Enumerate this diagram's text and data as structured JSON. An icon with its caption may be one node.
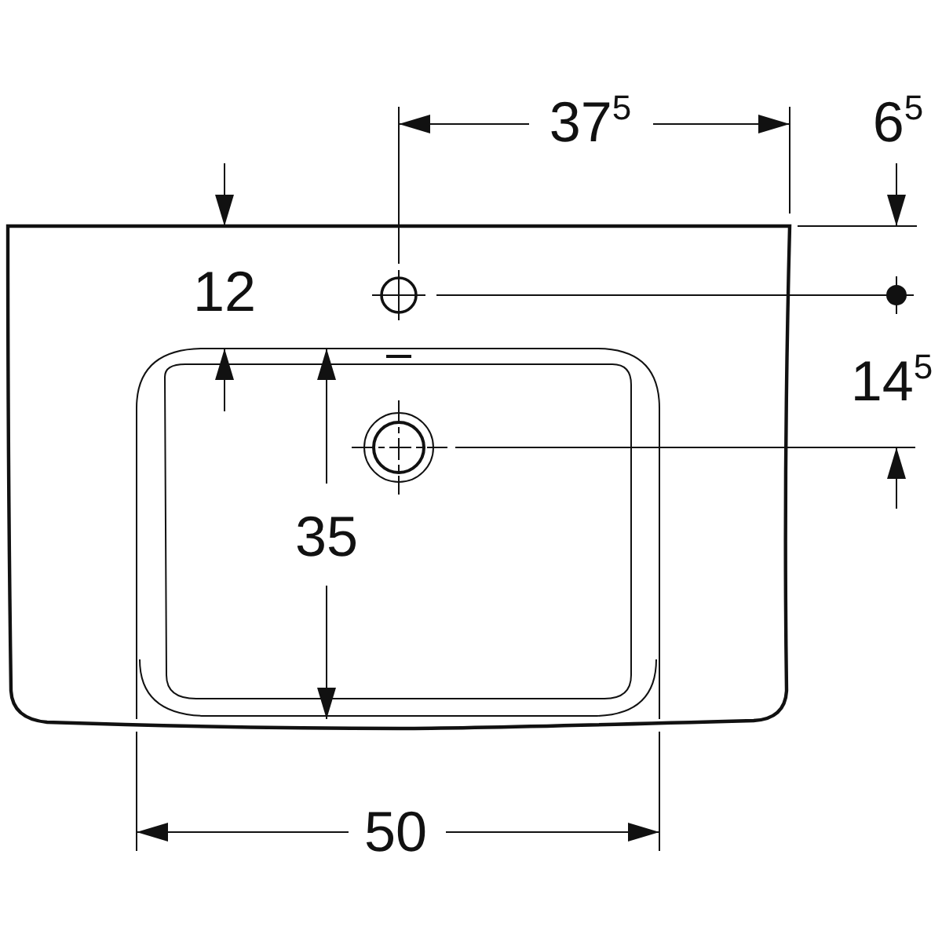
{
  "diagram": {
    "labels": [
      "37$^{5}$",
      "6$^{5}$",
      "12",
      "14$^{5}$",
      "35",
      "50"
    ]
  }
}
